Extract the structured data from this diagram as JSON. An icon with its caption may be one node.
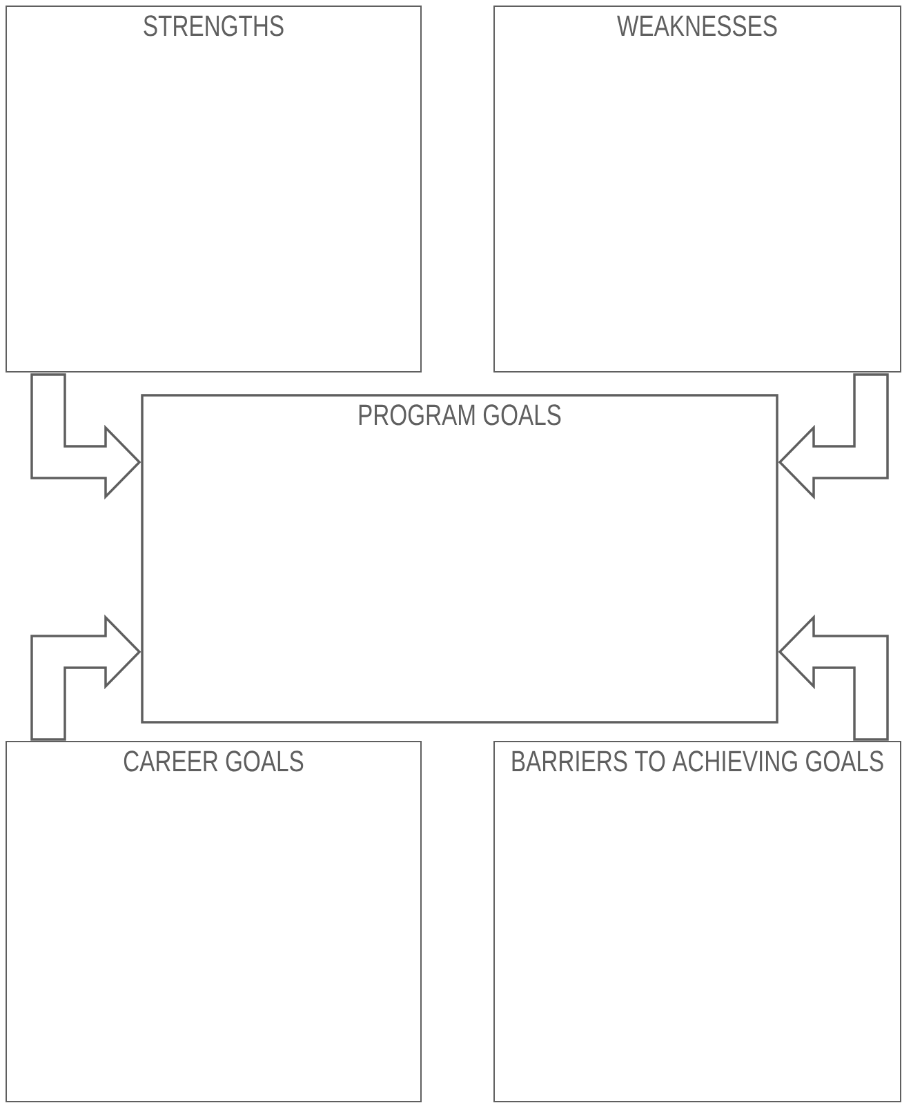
{
  "diagram": {
    "nodes": [
      {
        "text": [
          "STRENGTHS"
        ]
      },
      {
        "text": [
          "WEAKNESSES"
        ]
      },
      {
        "text": [
          "PROGRAM GOALS"
        ]
      },
      {
        "text": [
          "CAREER GOALS"
        ]
      },
      {
        "text": [
          "BARRIERS TO ACHIEVING GOALS"
        ]
      }
    ],
    "edges": [
      {
        "from": 0,
        "to": 2,
        "arrow": "to"
      },
      {
        "from": 1,
        "to": 2,
        "arrow": "to"
      },
      {
        "from": 3,
        "to": 2,
        "arrow": "to"
      },
      {
        "from": 4,
        "to": 2,
        "arrow": "to"
      }
    ]
  }
}
